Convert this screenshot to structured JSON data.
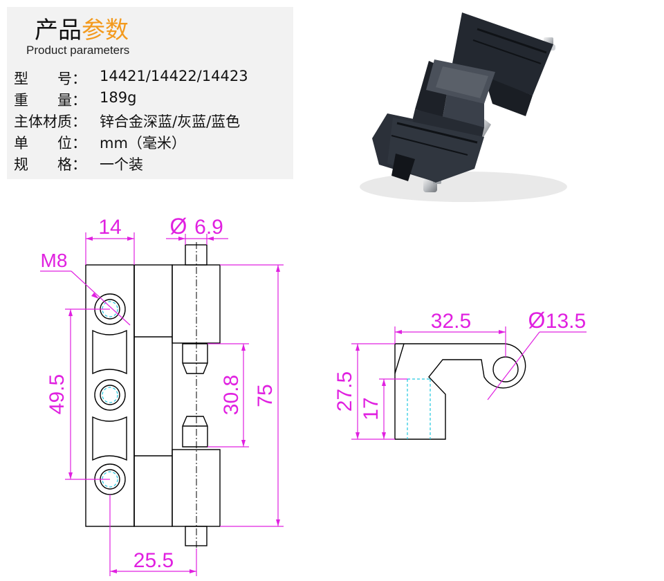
{
  "header": {
    "title_main": "产品",
    "title_accent": "参数",
    "subtitle": "Product parameters"
  },
  "params": [
    {
      "label": "型　　号：",
      "value": "14421/14422/14423"
    },
    {
      "label": "重　　量：",
      "value": "189g"
    },
    {
      "label": "主体材质：",
      "value": "锌合金深蓝/灰蓝/蓝色"
    },
    {
      "label": "单　　位：",
      "value": "mm（毫米）"
    },
    {
      "label": "规　　格：",
      "value": "一个装"
    }
  ],
  "drawing": {
    "dim_14": "14",
    "dim_phi69": "6.9",
    "dim_m8": "M8",
    "dim_495": "49.5",
    "dim_308": "30.8",
    "dim_75": "75",
    "dim_255": "25.5",
    "dim_325": "32.5",
    "dim_phi135": "13.5",
    "dim_275": "27.5",
    "dim_17": "17",
    "phi_symbol": "Ø"
  },
  "colors": {
    "accent": "#f39a1e",
    "dimension": "#e020e0",
    "hidden_line": "#20c8e0",
    "panel_bg": "#f2f2f2",
    "product_body": "#2a2f38"
  }
}
